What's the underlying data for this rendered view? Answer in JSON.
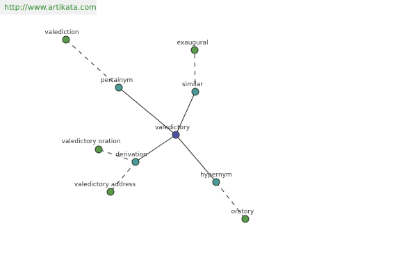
{
  "banner": {
    "url_text": "http://www.artikata.com"
  },
  "colors": {
    "center_node": "#5050a8",
    "relation_node": "#4a9a9a",
    "leaf_node": "#5a9a4a",
    "node_stroke": "#2a3a2a",
    "edge": "#222222",
    "banner_text": "#2e8b2e"
  },
  "graph": {
    "nodes": {
      "valedictory": {
        "label": "valedictory",
        "kind": "center"
      },
      "pertainym": {
        "label": "pertainym",
        "kind": "relation"
      },
      "similar": {
        "label": "similar",
        "kind": "relation"
      },
      "derivation": {
        "label": "derivation",
        "kind": "relation"
      },
      "hypernym": {
        "label": "hypernym",
        "kind": "relation"
      },
      "valediction": {
        "label": "valediction",
        "kind": "leaf"
      },
      "exaugural": {
        "label": "exaugural",
        "kind": "leaf"
      },
      "valedictory_oration": {
        "label": "valedictory oration",
        "kind": "leaf"
      },
      "valedictory_address": {
        "label": "valedictory address",
        "kind": "leaf"
      },
      "oratory": {
        "label": "oratory",
        "kind": "leaf"
      }
    },
    "edges": [
      {
        "from": "valedictory",
        "to": "pertainym",
        "style": "solid"
      },
      {
        "from": "valedictory",
        "to": "similar",
        "style": "solid"
      },
      {
        "from": "valedictory",
        "to": "derivation",
        "style": "solid"
      },
      {
        "from": "valedictory",
        "to": "hypernym",
        "style": "solid"
      },
      {
        "from": "pertainym",
        "to": "valediction",
        "style": "dashed"
      },
      {
        "from": "similar",
        "to": "exaugural",
        "style": "dashed"
      },
      {
        "from": "derivation",
        "to": "valedictory_oration",
        "style": "dashed"
      },
      {
        "from": "derivation",
        "to": "valedictory_address",
        "style": "dashed"
      },
      {
        "from": "hypernym",
        "to": "oratory",
        "style": "dashed"
      }
    ]
  }
}
